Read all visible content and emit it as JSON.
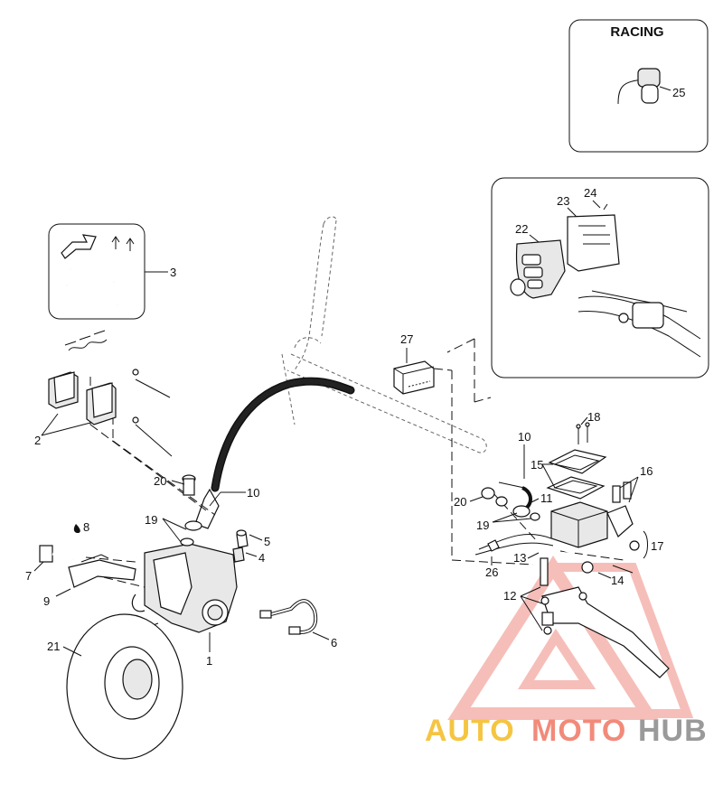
{
  "racing_inset": {
    "title": "RACING",
    "label": "25"
  },
  "callouts": {
    "c1": "1",
    "c2": "2",
    "c3": "3",
    "c4": "4",
    "c5": "5",
    "c6": "6",
    "c7": "7",
    "c8": "8",
    "c9": "9",
    "c10a": "10",
    "c10b": "10",
    "c11": "11",
    "c12": "12",
    "c13": "13",
    "c14": "14",
    "c15": "15",
    "c16": "16",
    "c17": "17",
    "c18": "18",
    "c19a": "19",
    "c19b": "19",
    "c20a": "20",
    "c20b": "20",
    "c21": "21",
    "c22": "22",
    "c23": "23",
    "c24": "24",
    "c26": "26",
    "c27": "27"
  },
  "watermark": {
    "part1": "AUTO",
    "part2": "MOTO",
    "part3": "HUB",
    "color1": "#f5c542",
    "color2": "#f28a7a",
    "color3": "#9a9a9a"
  }
}
